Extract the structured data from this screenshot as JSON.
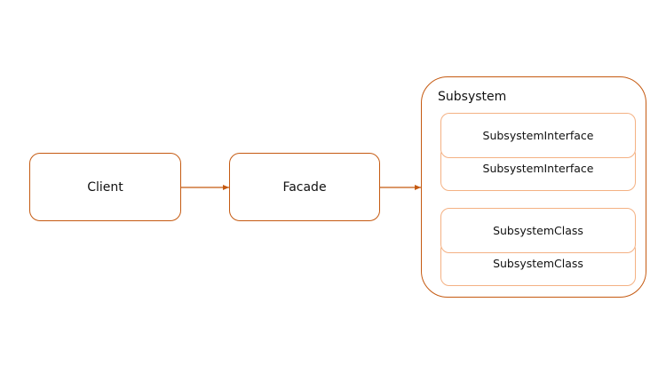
{
  "diagram": {
    "client_label": "Client",
    "facade_label": "Facade",
    "subsystem": {
      "title": "Subsystem",
      "interface_back_label": "SubsystemInterface",
      "interface_front_label": "SubsystemInterface",
      "class_back_label": "SubsystemClass",
      "class_front_label": "SubsystemClass"
    },
    "colors": {
      "stroke": "#c55a11",
      "inner_stroke": "#f4b183"
    }
  }
}
